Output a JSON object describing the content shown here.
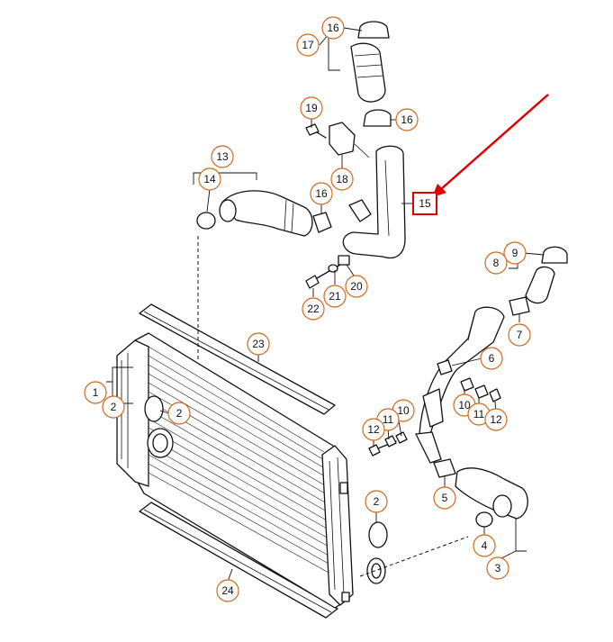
{
  "callouts": [
    {
      "id": "c16a",
      "label": "16"
    },
    {
      "id": "c17",
      "label": "17"
    },
    {
      "id": "c19",
      "label": "19"
    },
    {
      "id": "c16b",
      "label": "16"
    },
    {
      "id": "c13",
      "label": "13"
    },
    {
      "id": "c14",
      "label": "14"
    },
    {
      "id": "c18",
      "label": "18"
    },
    {
      "id": "c16c",
      "label": "16"
    },
    {
      "id": "c15",
      "label": "15"
    },
    {
      "id": "c9",
      "label": "9"
    },
    {
      "id": "c8",
      "label": "8"
    },
    {
      "id": "c22",
      "label": "22"
    },
    {
      "id": "c21",
      "label": "21"
    },
    {
      "id": "c20",
      "label": "20"
    },
    {
      "id": "c7",
      "label": "7"
    },
    {
      "id": "c23",
      "label": "23"
    },
    {
      "id": "c6",
      "label": "6"
    },
    {
      "id": "c1",
      "label": "1"
    },
    {
      "id": "c2a",
      "label": "2"
    },
    {
      "id": "c2b",
      "label": "2"
    },
    {
      "id": "c10a",
      "label": "10"
    },
    {
      "id": "c11a",
      "label": "11"
    },
    {
      "id": "c12a",
      "label": "12"
    },
    {
      "id": "c10b",
      "label": "10"
    },
    {
      "id": "c11b",
      "label": "11"
    },
    {
      "id": "c12b",
      "label": "12"
    },
    {
      "id": "c5",
      "label": "5"
    },
    {
      "id": "c2c",
      "label": "2"
    },
    {
      "id": "c4",
      "label": "4"
    },
    {
      "id": "c3",
      "label": "3"
    },
    {
      "id": "c24",
      "label": "24"
    }
  ],
  "highlight": {
    "label": "15",
    "color": "#e00000"
  },
  "colors": {
    "callout_ring": "#d2691e",
    "highlight": "#e00000",
    "line": "#111111"
  }
}
